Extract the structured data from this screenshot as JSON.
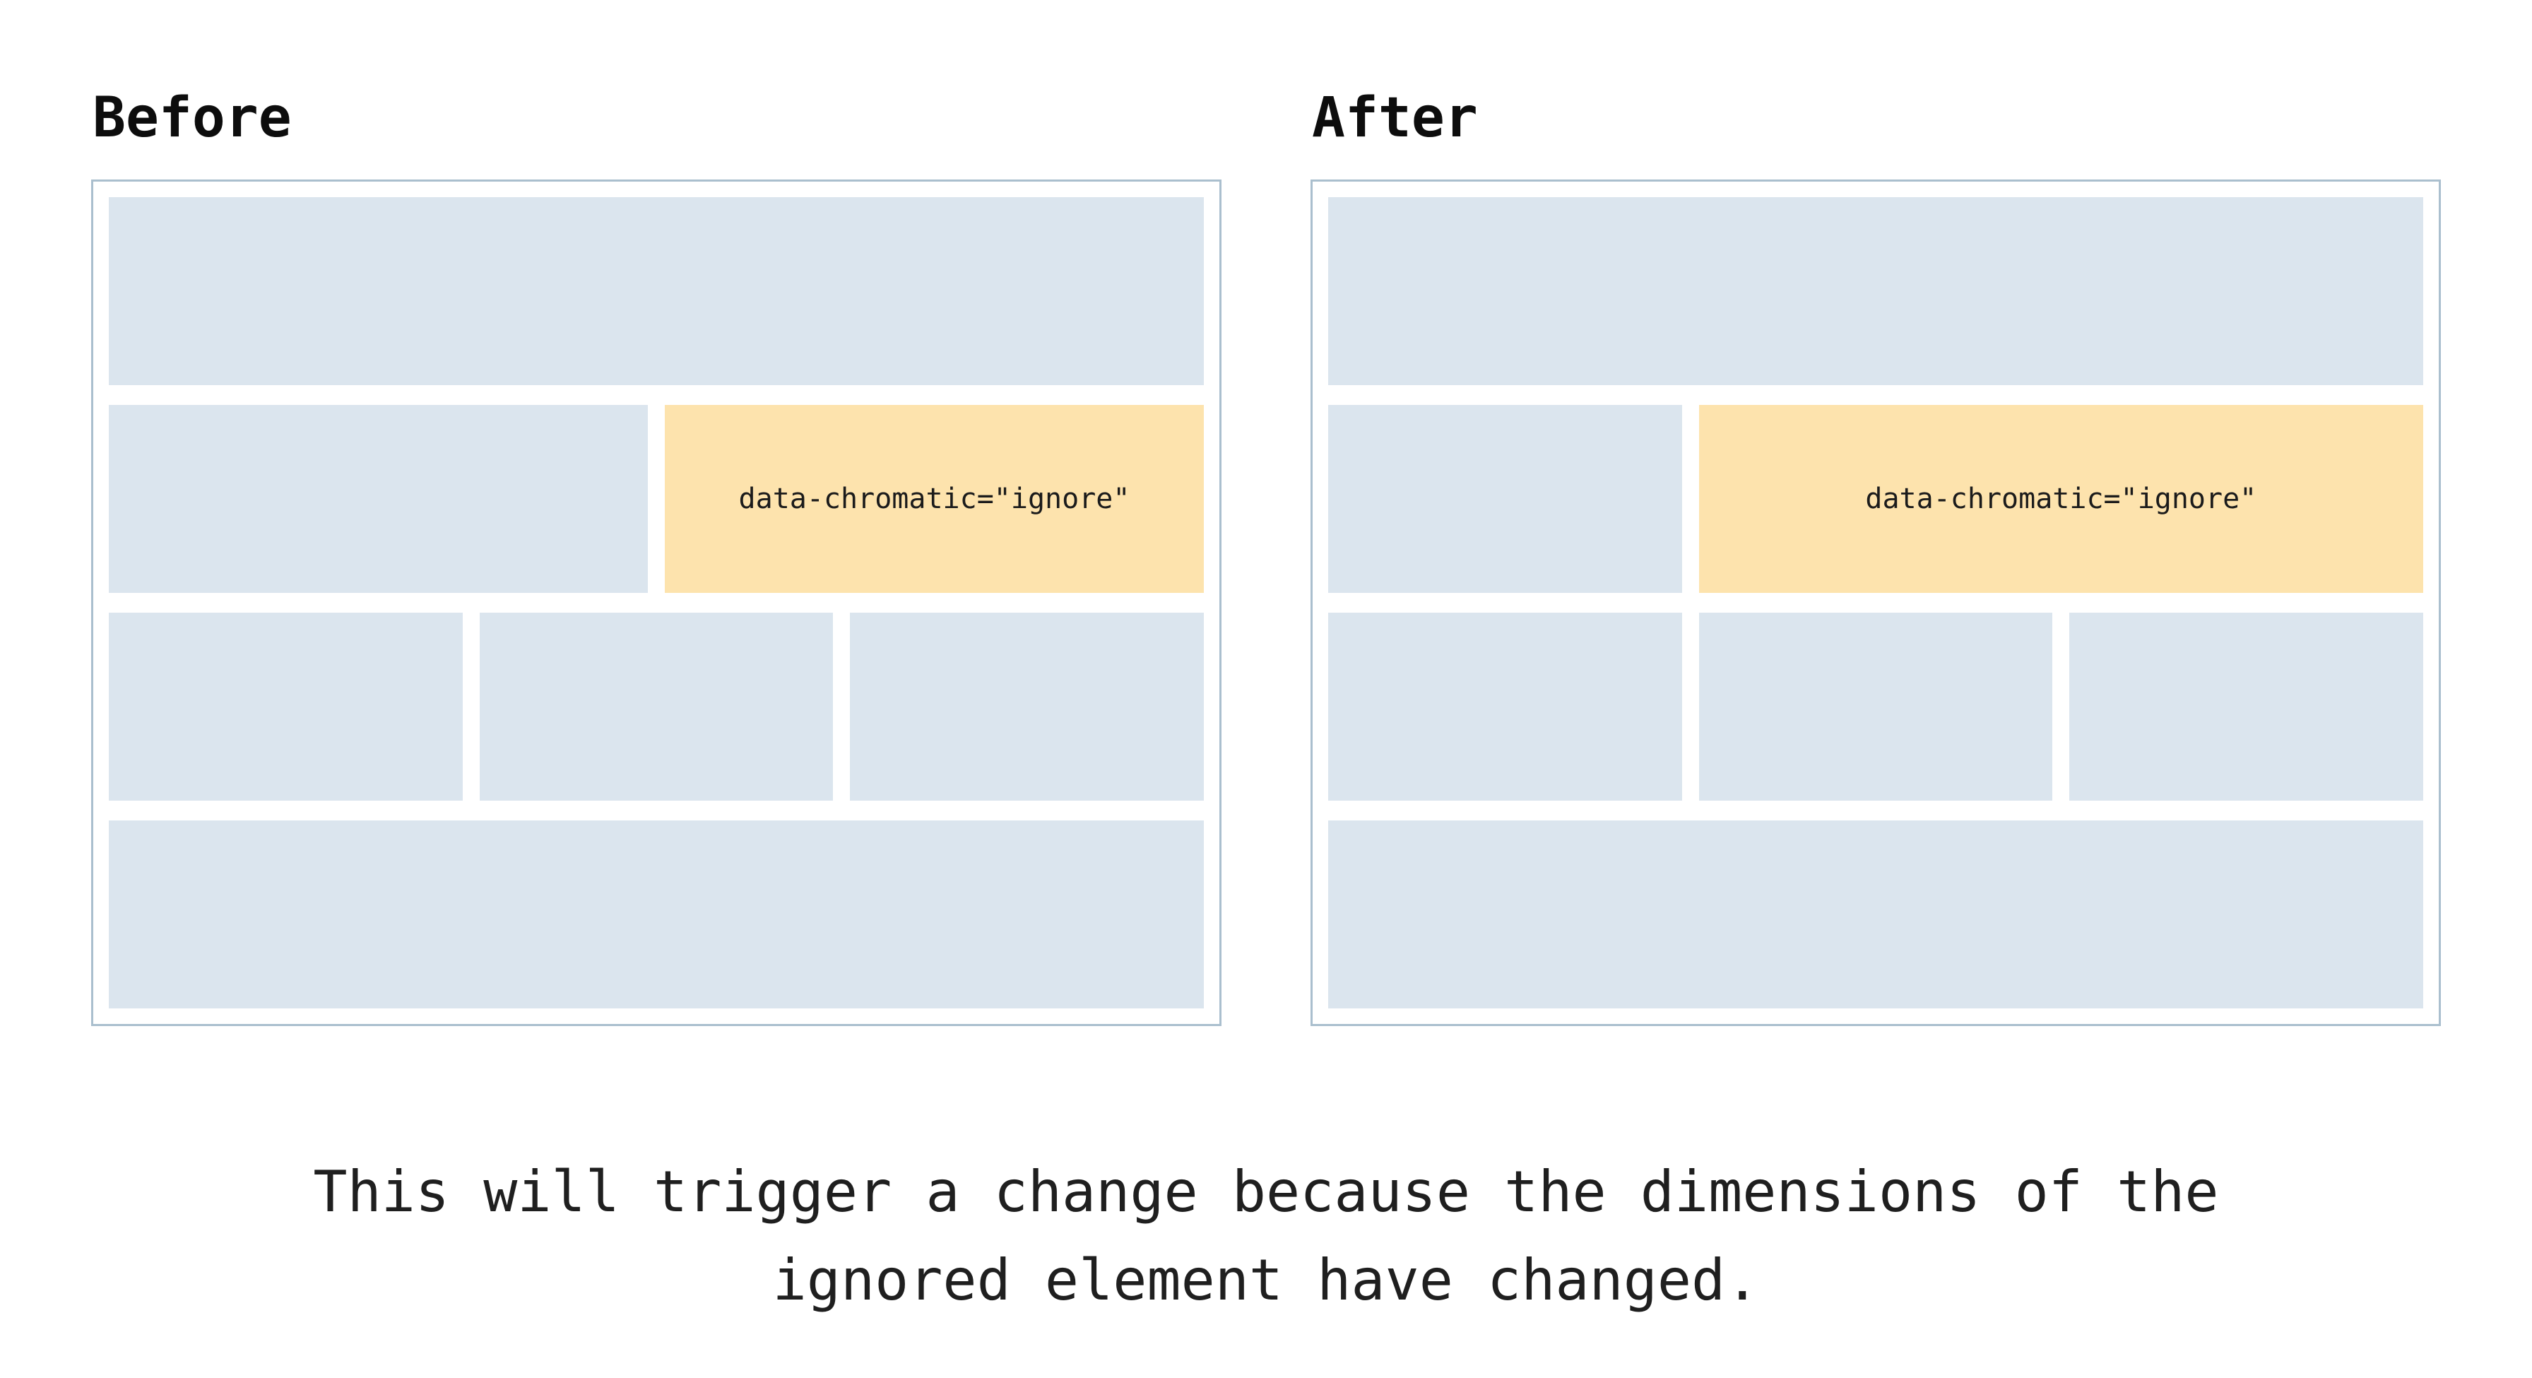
{
  "panels": [
    {
      "label": "Before",
      "ignore_label": "data-chromatic=\"ignore\"",
      "layout": {
        "row2_split": "50/50",
        "row3_split": "thirds"
      }
    },
    {
      "label": "After",
      "ignore_label": "data-chromatic=\"ignore\"",
      "layout": {
        "row2_split": "33/67",
        "row3_split": "thirds"
      }
    }
  ],
  "caption": {
    "lines": [
      "This will trigger a change because the dimensions of the",
      "ignored element have changed."
    ]
  },
  "colors": {
    "placeholder_blue": "#dbe5ee",
    "ignore_orange": "#fde3ad",
    "card_border": "#aabfce",
    "text": "#1b1b1b",
    "background": "#ffffff"
  }
}
